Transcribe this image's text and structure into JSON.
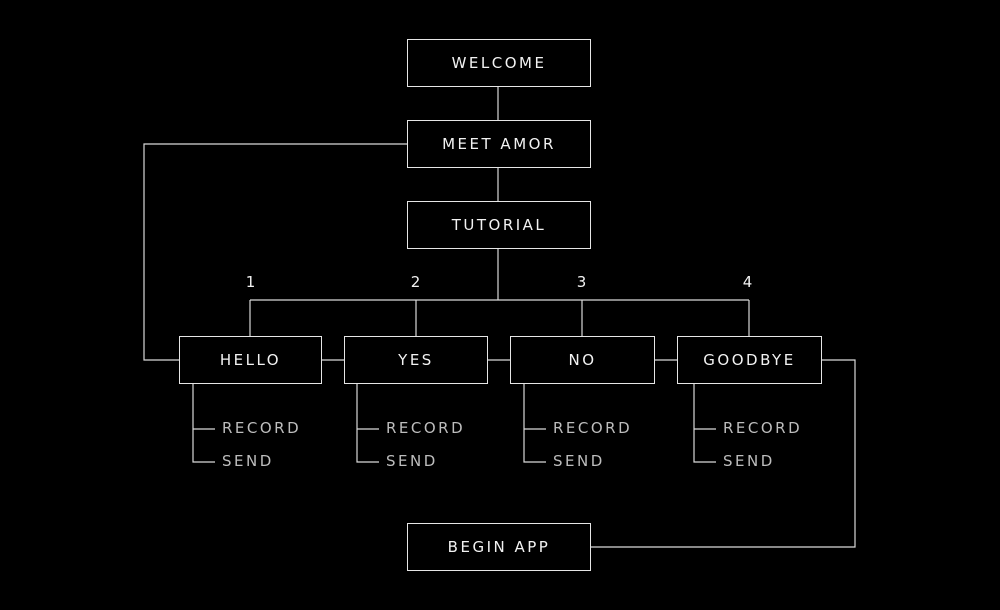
{
  "colors": {
    "background": "#000000",
    "line": "#d9d9d9",
    "box_text": "#f2f2f2",
    "sub_text": "#bdbdbd"
  },
  "nodes": {
    "welcome": "WELCOME",
    "meet_amor": "MEET AMOR",
    "tutorial": "TUTORIAL",
    "begin_app": "BEGIN APP"
  },
  "branches": [
    {
      "number": "1",
      "label": "HELLO",
      "actions": [
        "RECORD",
        "SEND"
      ]
    },
    {
      "number": "2",
      "label": "YES",
      "actions": [
        "RECORD",
        "SEND"
      ]
    },
    {
      "number": "3",
      "label": "NO",
      "actions": [
        "RECORD",
        "SEND"
      ]
    },
    {
      "number": "4",
      "label": "GOODBYE",
      "actions": [
        "RECORD",
        "SEND"
      ]
    }
  ]
}
